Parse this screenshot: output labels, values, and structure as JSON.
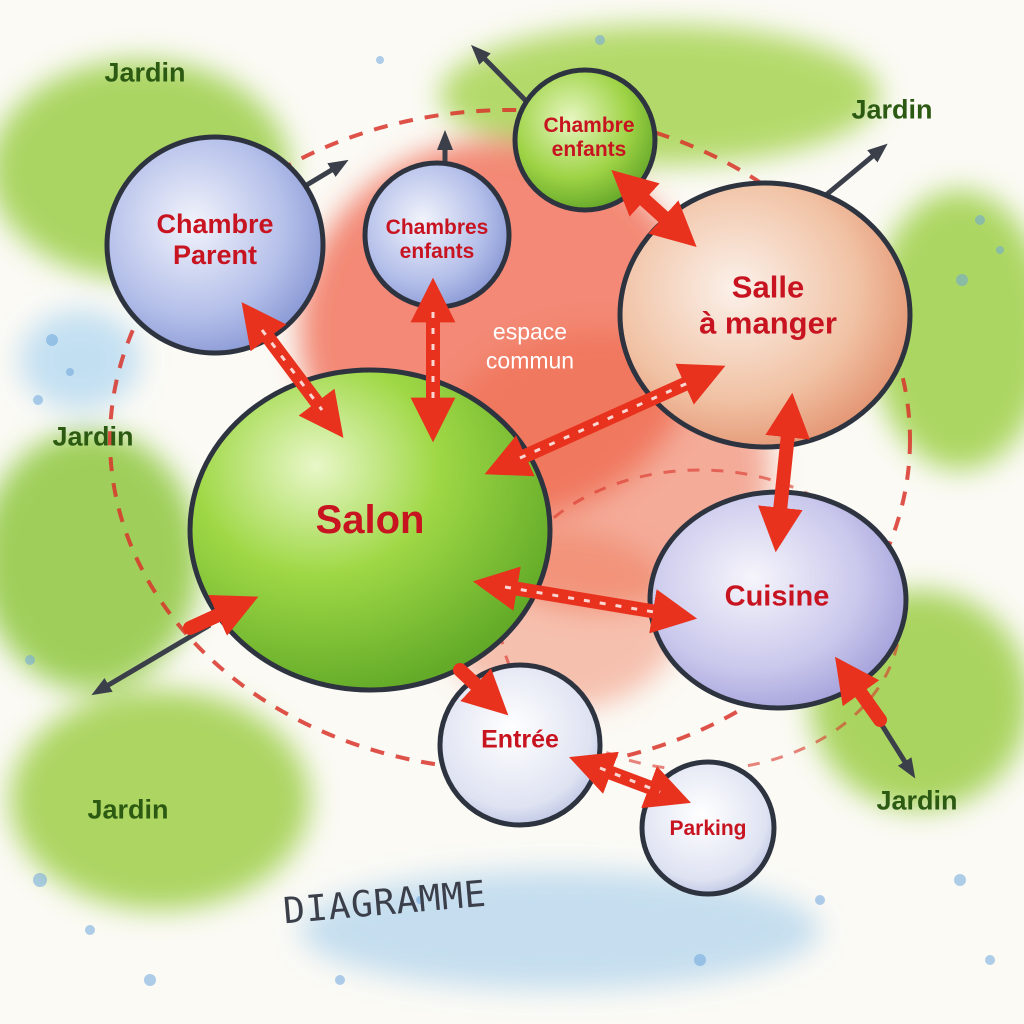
{
  "title": "DIAGRAMME",
  "common_space": {
    "line1": "espace",
    "line2": "commun"
  },
  "gardens": [
    "Jardin",
    "Jardin",
    "Jardin",
    "Jardin",
    "Jardin"
  ],
  "rooms": {
    "chambre_parent": {
      "line1": "Chambre",
      "line2": "Parent"
    },
    "chambres_enfants": {
      "line1": "Chambres",
      "line2": "enfants"
    },
    "chambre_enfants": {
      "line1": "Chambre",
      "line2": "enfants"
    },
    "salle_a_manger": {
      "line1": "Salle",
      "line2": "à manger"
    },
    "salon": {
      "line1": "Salon"
    },
    "cuisine": {
      "line1": "Cuisine"
    },
    "entree": {
      "line1": "Entrée"
    },
    "parking": {
      "line1": "Parking"
    }
  },
  "colors": {
    "arrow": "#e8321e",
    "room_label": "#c81420",
    "garden_label": "#2c5a12",
    "salon_fill": "#8fcf3c",
    "bedroom_fill": "#a9b6e6",
    "dining_fill": "#f2b08a",
    "kitchen_fill": "#c4c2ea",
    "common_fill": "#f0523c"
  },
  "connections": [
    {
      "from": "Chambre Parent",
      "to": "Salon"
    },
    {
      "from": "Chambres enfants",
      "to": "Salon"
    },
    {
      "from": "Salon",
      "to": "Salle à manger"
    },
    {
      "from": "Salle à manger",
      "to": "Cuisine"
    },
    {
      "from": "Salon",
      "to": "Cuisine"
    },
    {
      "from": "Salon",
      "to": "Entrée"
    },
    {
      "from": "Entrée",
      "to": "Parking"
    },
    {
      "from": "Chambre enfants",
      "to": "Salle à manger"
    }
  ]
}
